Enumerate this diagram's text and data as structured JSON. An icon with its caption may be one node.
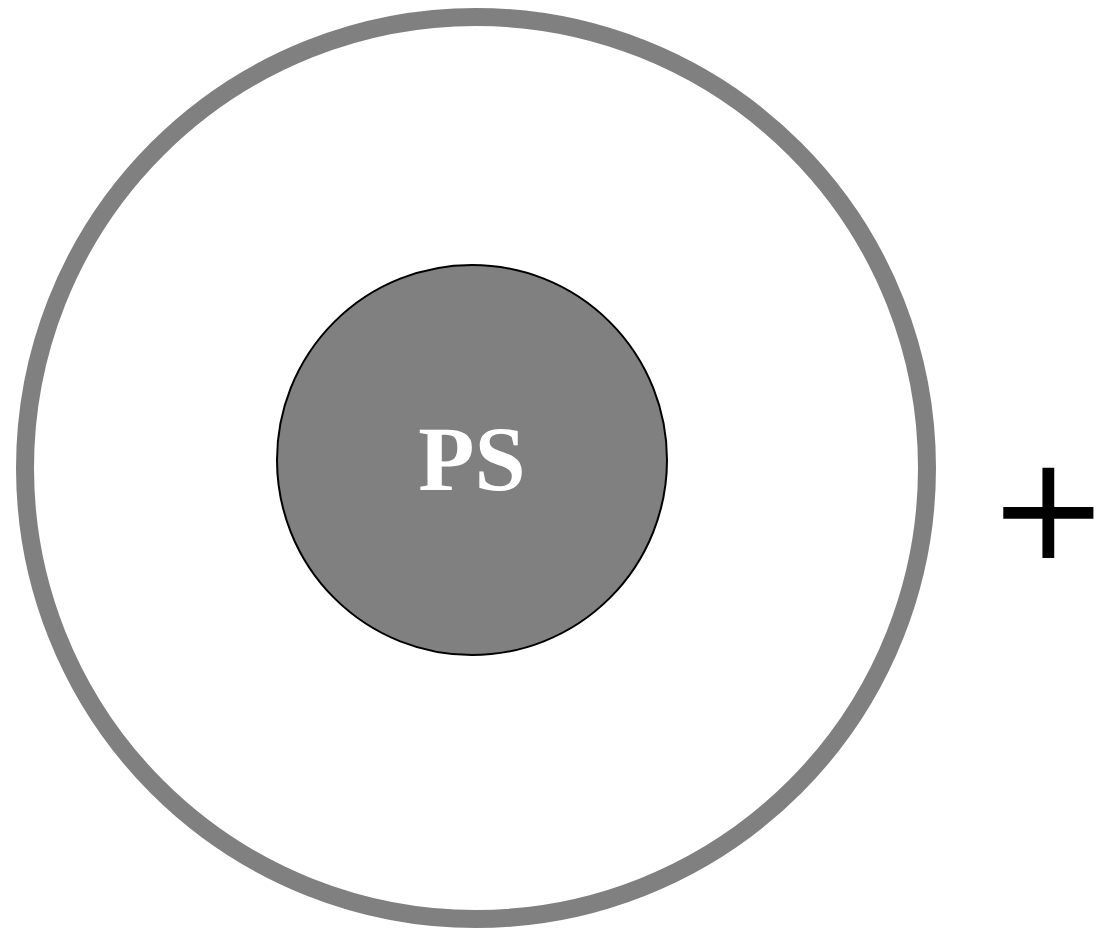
{
  "diagram": {
    "nodes": [
      {
        "text": [],
        "shape": "circle"
      },
      {
        "text": [
          "PS"
        ],
        "in": 0
      }
    ],
    "labels": [
      "+"
    ]
  }
}
